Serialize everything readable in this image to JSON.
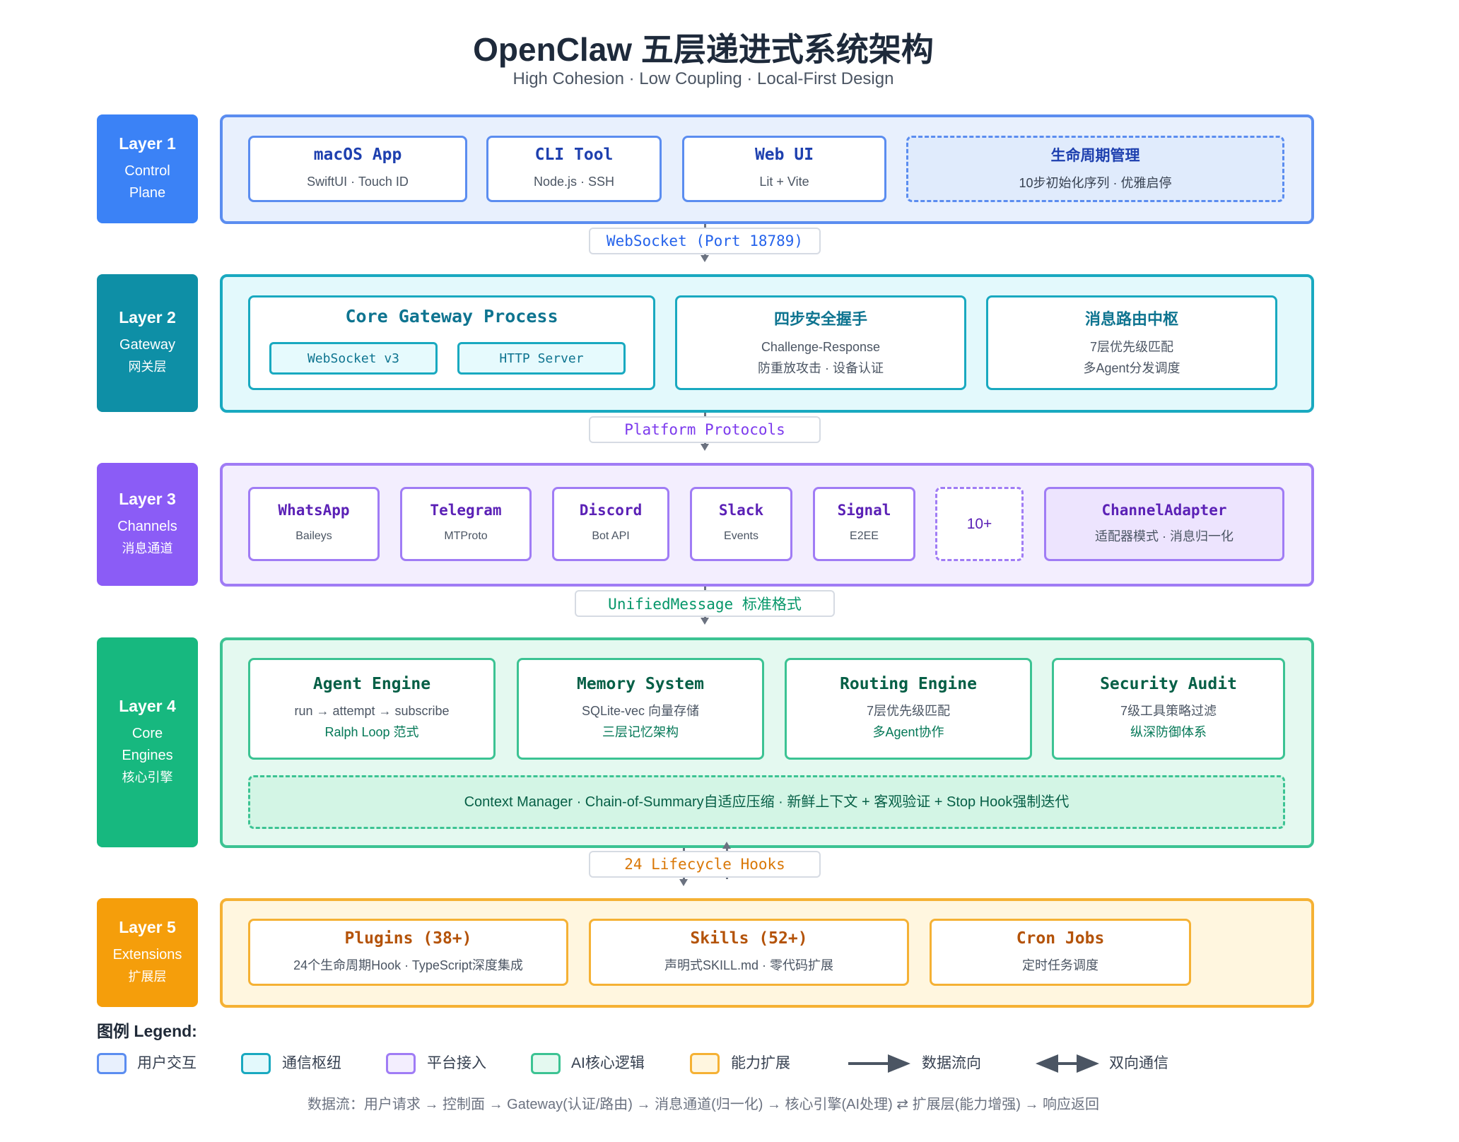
{
  "title": "OpenClaw 五层递进式系统架构",
  "subtitle": "High Cohesion · Low Coupling · Local-First Design",
  "colors": {
    "l1": "#3b82f6",
    "l2": "#0891b2",
    "l3": "#8b5cf6",
    "l4": "#10b981",
    "l5": "#f59e0b"
  },
  "layers": [
    {
      "name": "Layer 1",
      "sub": "Control",
      "sub2": "Plane"
    },
    {
      "name": "Layer 2",
      "sub": "Gateway",
      "sub2": "网关层"
    },
    {
      "name": "Layer 3",
      "sub": "Channels",
      "sub2": "消息通道"
    },
    {
      "name": "Layer 4",
      "sub": "Core",
      "sub2": "Engines",
      "sub3": "核心引擎"
    },
    {
      "name": "Layer 5",
      "sub": "Extensions",
      "sub2": "扩展层"
    }
  ],
  "l1": {
    "macos": {
      "title": "macOS App",
      "sub": "SwiftUI · Touch ID"
    },
    "cli": {
      "title": "CLI Tool",
      "sub": "Node.js · SSH"
    },
    "web": {
      "title": "Web UI",
      "sub": "Lit + Vite"
    },
    "lifecycle": {
      "title": "生命周期管理",
      "sub": "10步初始化序列 · 优雅启停"
    }
  },
  "conn1": "WebSocket (Port 18789)",
  "l2": {
    "gateway": {
      "title": "Core Gateway Process",
      "ws": "WebSocket v3",
      "http": "HTTP Server"
    },
    "handshake": {
      "title": "四步安全握手",
      "sub": "Challenge-Response",
      "sub2": "防重放攻击 · 设备认证"
    },
    "router": {
      "title": "消息路由中枢",
      "sub": "7层优先级匹配",
      "sub2": "多Agent分发调度"
    }
  },
  "conn2": "Platform Protocols",
  "l3": {
    "channels": [
      {
        "title": "WhatsApp",
        "sub": "Baileys"
      },
      {
        "title": "Telegram",
        "sub": "MTProto"
      },
      {
        "title": "Discord",
        "sub": "Bot API"
      },
      {
        "title": "Slack",
        "sub": "Events"
      },
      {
        "title": "Signal",
        "sub": "E2EE"
      }
    ],
    "more": "10+",
    "adapter": {
      "title": "ChannelAdapter",
      "sub": "适配器模式 · 消息归一化"
    }
  },
  "conn3": "UnifiedMessage 标准格式",
  "l4": {
    "engines": [
      {
        "title": "Agent Engine",
        "sub": "run → attempt → subscribe",
        "sub2": "Ralph Loop 范式"
      },
      {
        "title": "Memory System",
        "sub": "SQLite-vec 向量存储",
        "sub2": "三层记忆架构"
      },
      {
        "title": "Routing Engine",
        "sub": "7层优先级匹配",
        "sub2": "多Agent协作"
      },
      {
        "title": "Security Audit",
        "sub": "7级工具策略过滤",
        "sub2": "纵深防御体系"
      }
    ],
    "context": "Context Manager · Chain-of-Summary自适应压缩 · 新鲜上下文 + 客观验证 + Stop Hook强制迭代"
  },
  "conn4": "24 Lifecycle Hooks",
  "l5": {
    "plugins": {
      "title": "Plugins (38+)",
      "sub": "24个生命周期Hook · TypeScript深度集成"
    },
    "skills": {
      "title": "Skills (52+)",
      "sub": "声明式SKILL.md · 零代码扩展"
    },
    "cron": {
      "title": "Cron Jobs",
      "sub": "定时任务调度"
    }
  },
  "legend": {
    "title": "图例 Legend:",
    "items": [
      "用户交互",
      "通信枢纽",
      "平台接入",
      "AI核心逻辑",
      "能力扩展"
    ],
    "flow": "数据流向",
    "bidir": "双向通信"
  },
  "footer": "数据流：用户请求 → 控制面 → Gateway(认证/路由) → 消息通道(归一化) → 核心引擎(AI处理) ⇄ 扩展层(能力增强) → 响应返回"
}
